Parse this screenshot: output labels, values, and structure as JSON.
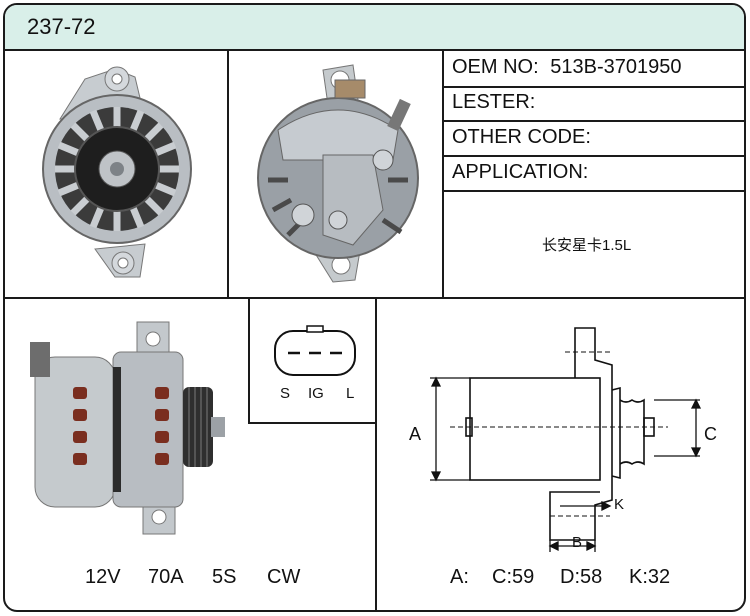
{
  "header": {
    "model": "237-72"
  },
  "info": {
    "oem_label": "OEM NO:",
    "oem_value": "513B-3701950",
    "lester_label": "LESTER:",
    "other_label": "OTHER CODE:",
    "application_label": "APPLICATION:",
    "application_value": "长安星卡1.5L"
  },
  "specs": [
    "12V",
    "70A",
    "5S",
    "CW"
  ],
  "connector": {
    "pins": [
      "S",
      "IG",
      "L"
    ]
  },
  "dimensions": {
    "labels": {
      "a": "A",
      "b": "B",
      "c": "C",
      "k": "K"
    },
    "readout": {
      "a": "A:",
      "c": "C:59",
      "d": "D:58",
      "k": "K:32"
    }
  },
  "images": {
    "front_view": "alternator-front-photo",
    "rear_view": "alternator-rear-photo",
    "side_view": "alternator-side-photo"
  },
  "colors": {
    "title_bg": "#d9efe9",
    "border": "#1a1a1a"
  }
}
